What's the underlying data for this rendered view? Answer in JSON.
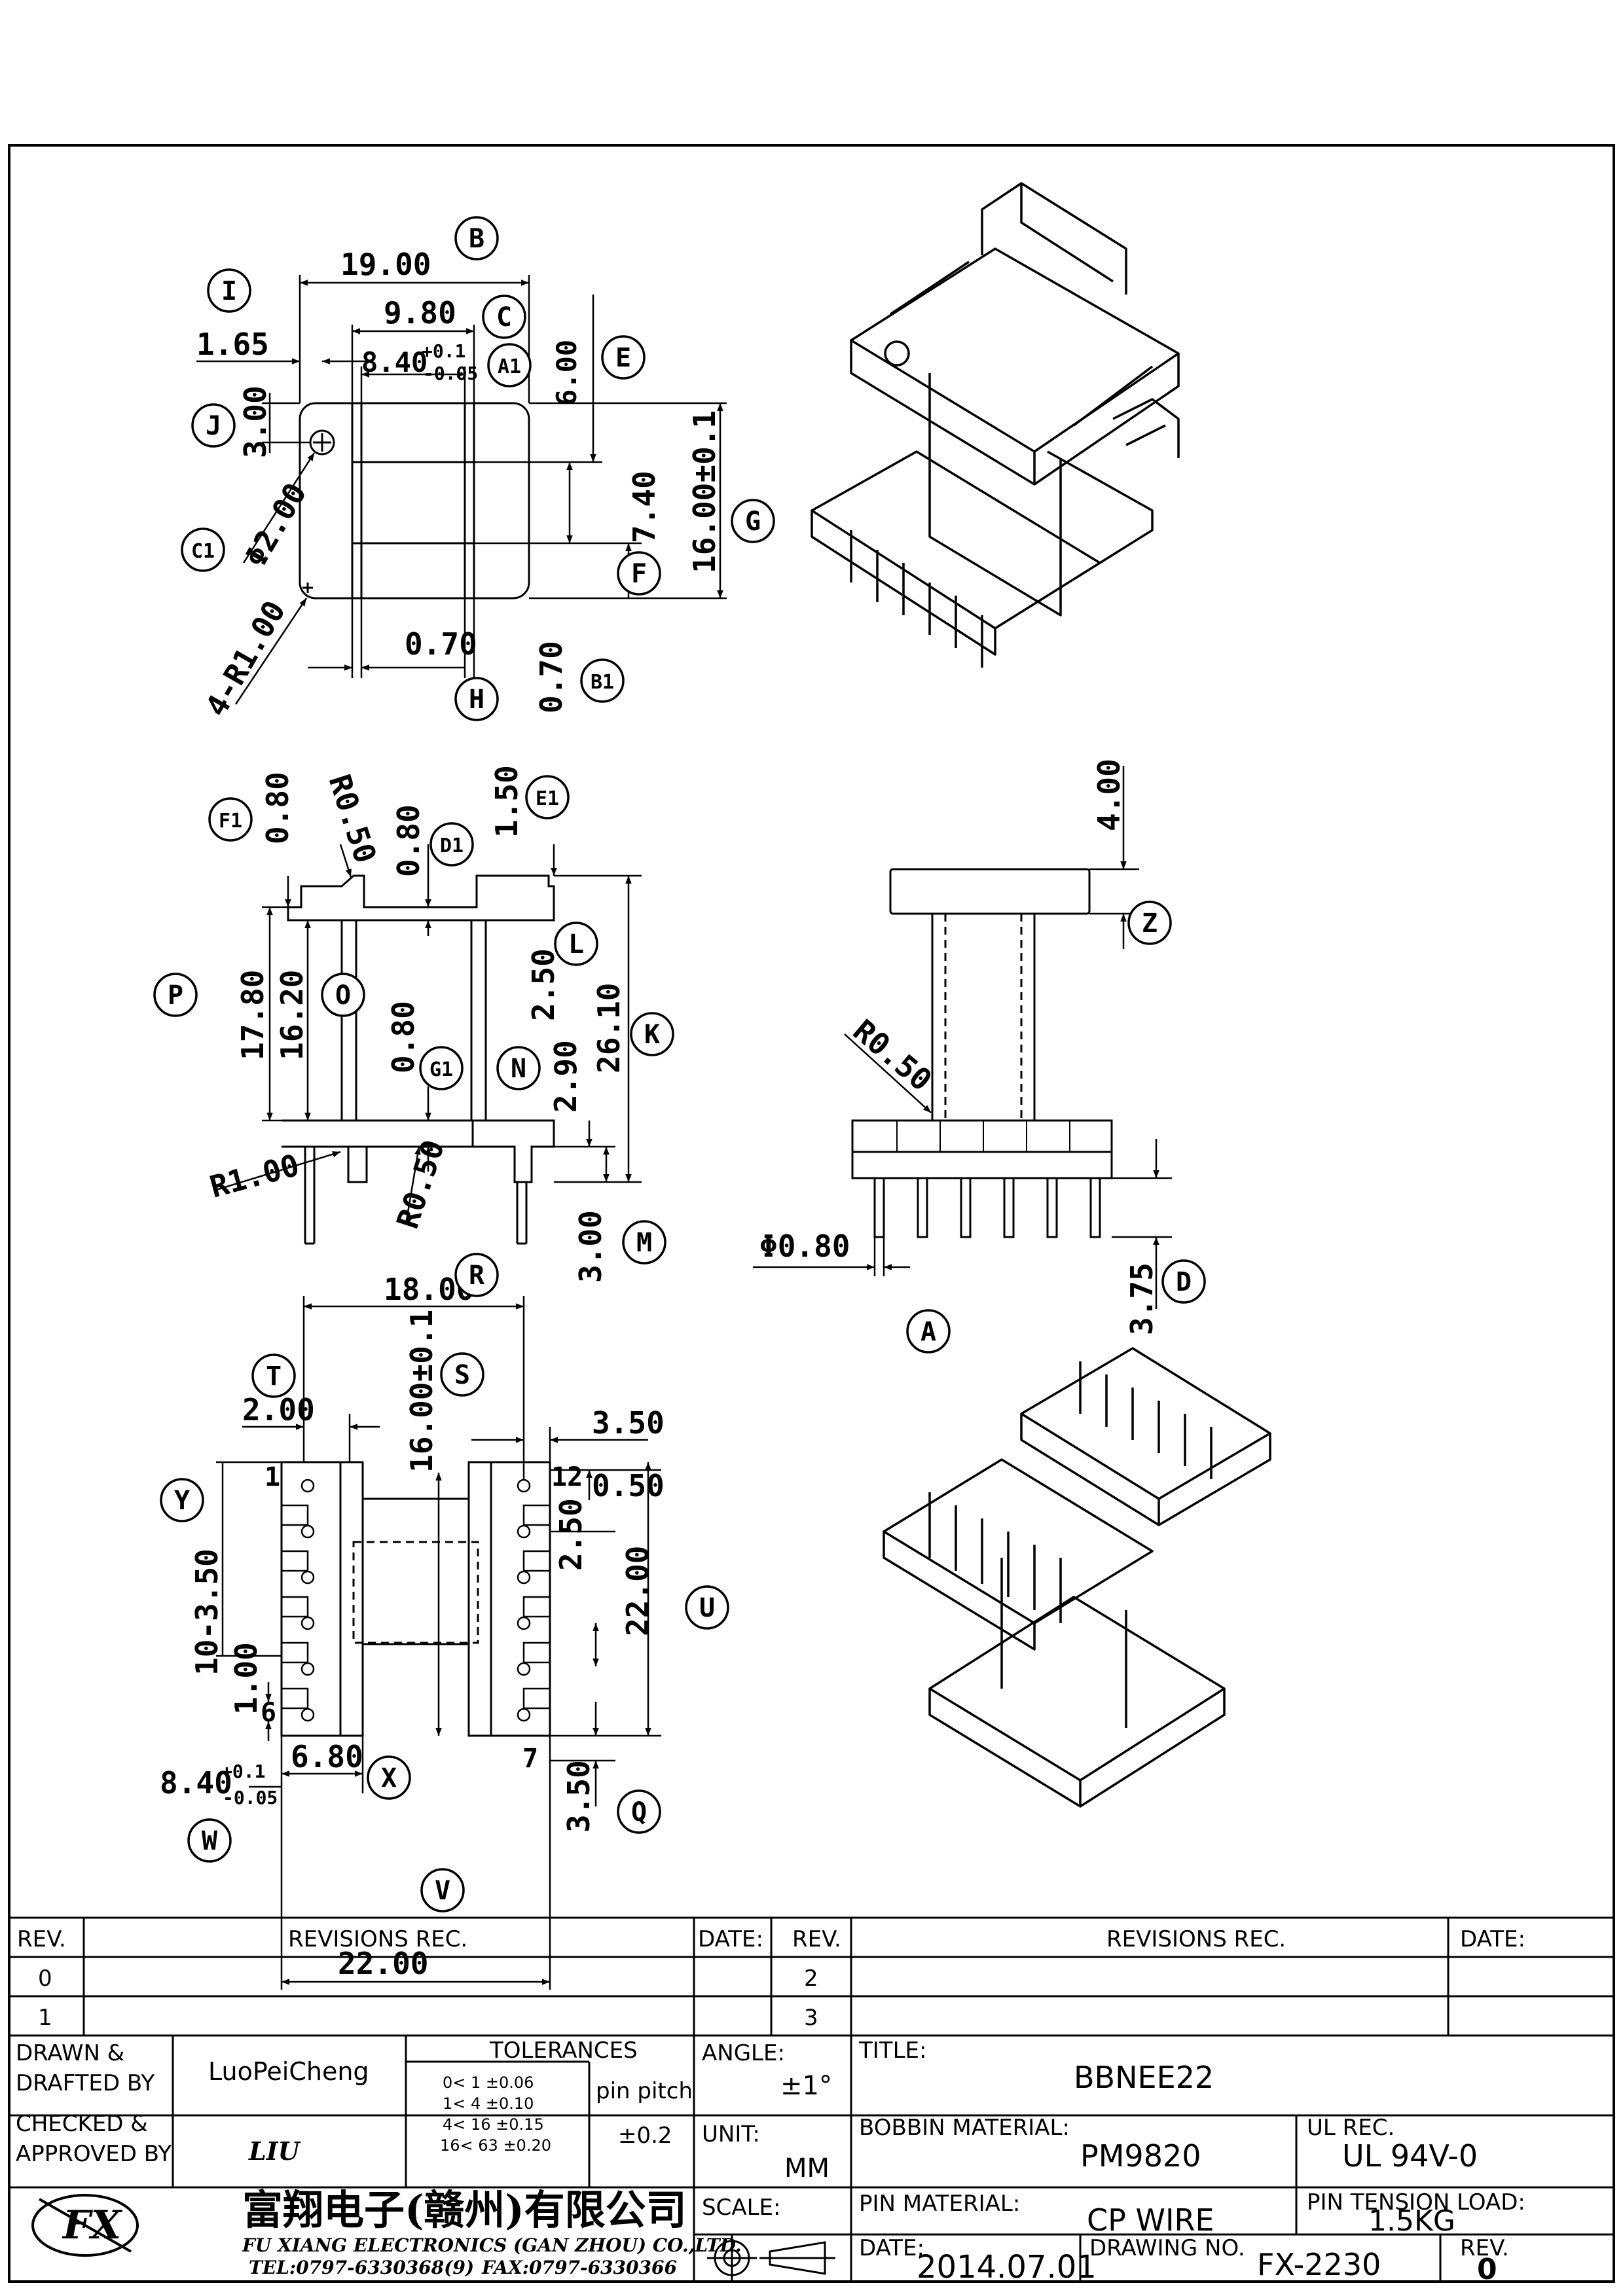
{
  "top_view": {
    "dims": {
      "w_19": "19.00",
      "w_980": "9.80",
      "w_840": "8.40",
      "tol_p01": "+0.1",
      "tol_m005": "-0.05",
      "d_165": "1.65",
      "d_300": "3.00",
      "d_phi200": "Φ2.00",
      "d_600": "6.00",
      "d_740": "7.40",
      "d_1600": "16.00±0.1",
      "d_070a": "0.70",
      "d_070b": "0.70",
      "d_r100": "4-R1.00"
    },
    "tags": {
      "B": "B",
      "C": "C",
      "A1": "A1",
      "E": "E",
      "I": "I",
      "J": "J",
      "C1": "C1",
      "G": "G",
      "F": "F",
      "H": "H",
      "B1": "B1"
    }
  },
  "front_view": {
    "dims": {
      "d_080f": "0.80",
      "d_r050a": "R0.50",
      "d_080d": "0.80",
      "d_150": "1.50",
      "d_1780": "17.80",
      "d_1620": "16.20",
      "d_080g": "0.80",
      "d_250": "2.50",
      "d_290": "2.90",
      "d_2610": "26.10",
      "d_r100": "R1.00",
      "d_r050b": "R0.50",
      "d_300": "3.00"
    },
    "tags": {
      "F1": "F1",
      "D1": "D1",
      "E1": "E1",
      "L": "L",
      "P": "P",
      "O": "O",
      "G1": "G1",
      "N": "N",
      "K": "K",
      "M": "M"
    }
  },
  "side_view": {
    "dims": {
      "d_400": "4.00",
      "d_r050": "R0.50",
      "d_phi080": "Φ0.80",
      "d_375": "3.75"
    },
    "tags": {
      "Z": "Z",
      "A": "A",
      "D": "D"
    }
  },
  "bottom_view": {
    "dims": {
      "d_1800": "18.00",
      "d_1600": "16.00±0.1",
      "d_200": "2.00",
      "d_350a": "3.50",
      "d_050": "0.50",
      "d_250": "2.50",
      "d_2200a": "22.00",
      "d_10350": "10-3.50",
      "d_100": "1.00",
      "d_840": "8.40",
      "d_680": "6.80",
      "d_350b": "3.50",
      "d_2200b": "22.00",
      "pin_1": "1",
      "pin_12": "12",
      "pin_6": "6",
      "pin_7": "7"
    },
    "tags": {
      "R": "R",
      "S": "S",
      "T": "T",
      "Y": "Y",
      "U": "U",
      "X": "X",
      "Q": "Q",
      "W": "W",
      "V": "V"
    }
  },
  "title_block": {
    "rev_header": "REV.",
    "revisions_rec": "REVISIONS   REC.",
    "date_header": "DATE:",
    "rev_0": "0",
    "rev_1": "1",
    "rev_2": "2",
    "rev_3": "3",
    "drawn_label": "DRAWN &\nDRAFTED BY",
    "drawn_name": "LuoPeiCheng",
    "checked_label": "CHECKED &\nAPPROVED BY",
    "checked_name": "LIU",
    "tolerances_title": "TOLERANCES",
    "tol_rows": [
      "0<  1   ±0.06",
      "1<  4   ±0.10",
      "4<  16  ±0.15",
      "16<  63  ±0.20"
    ],
    "pin_pitch_label": "pin pitch",
    "pin_pitch_value": "±0.2",
    "angle_label": "ANGLE:",
    "angle_value": "±1°",
    "unit_label": "UNIT:",
    "unit_value": "MM",
    "scale_label": "SCALE:",
    "title_label": "TITLE:",
    "title_value": "BBNEE22",
    "bobbin_label": "BOBBIN MATERIAL:",
    "bobbin_value": "PM9820",
    "ul_label": "UL REC.",
    "ul_value": "UL 94V-0",
    "pin_material_label": "PIN MATERIAL:",
    "pin_material_value": "CP WIRE",
    "pin_tension_label": "PIN TENSION LOAD:",
    "pin_tension_value": "1.5KG",
    "date_label": "DATE:",
    "date_value": "2014.07.01",
    "drawing_no_label": "DRAWING NO.",
    "drawing_no_value": "FX-2230",
    "rev_label": "REV.",
    "rev_value": "0",
    "company_cn": "富翔电子(赣州)有限公司",
    "company_en": "FU XIANG ELECTRONICS (GAN ZHOU) CO.,LTD.",
    "tel": "TEL:0797-6330368(9)",
    "fax": "FAX:0797-6330366",
    "logo_text": "FX"
  }
}
